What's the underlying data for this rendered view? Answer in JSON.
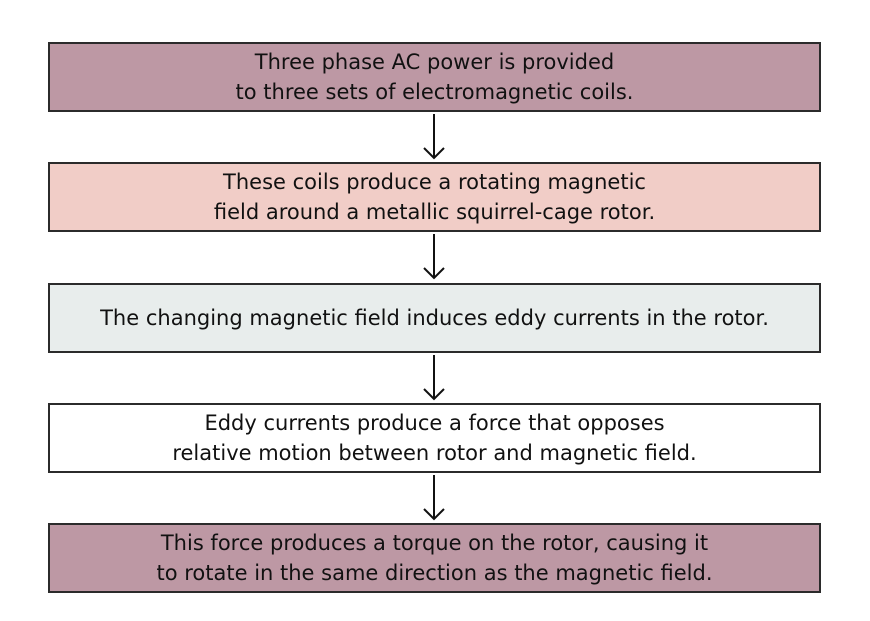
{
  "steps": [
    {
      "line1": "Three phase AC power is provided",
      "line2": "to three sets of electromagnetic coils.",
      "color": "#bd98a4"
    },
    {
      "line1": "These coils produce a rotating magnetic",
      "line2": "field around a metallic squirrel-cage rotor.",
      "color": "#f1cdc7"
    },
    {
      "line1": "The changing magnetic field induces eddy currents in the rotor.",
      "color": "#e8edec"
    },
    {
      "line1": "Eddy currents produce a force that opposes",
      "line2": "relative motion between rotor and magnetic field.",
      "color": "#ffffff"
    },
    {
      "line1": "This force produces a torque on the rotor, causing it",
      "line2": "to rotate in the same direction as the magnetic field.",
      "color": "#bd98a4"
    }
  ]
}
